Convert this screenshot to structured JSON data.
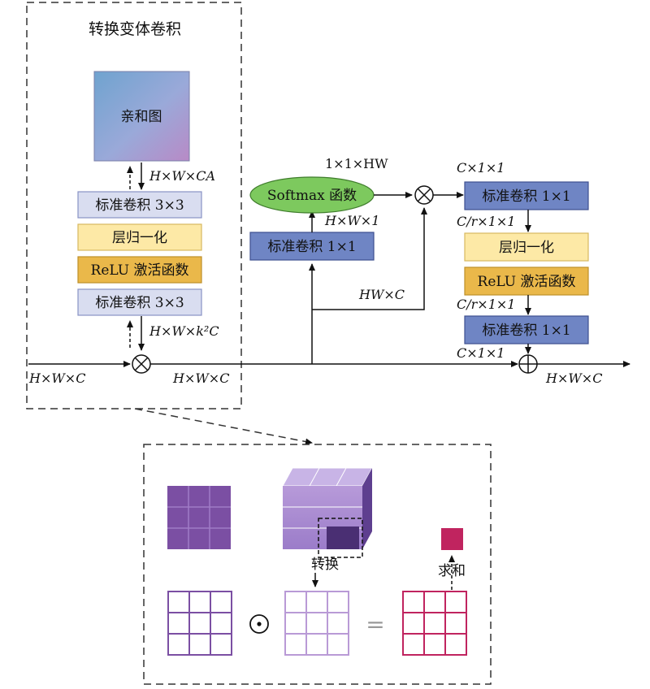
{
  "left_panel": {
    "title": "转换变体卷积",
    "affinity_label": "亲和图",
    "dim_affinity": "H×W×CA",
    "conv1": "标准卷积 3×3",
    "layernorm": "层归一化",
    "relu": "ReLU 激活函数",
    "conv2": "标准卷积 3×3",
    "dim_kernel": "H×W×k²C"
  },
  "main_flow": {
    "input_dim": "H×W×C",
    "after_conv_dim": "H×W×C",
    "output_dim": "H×W×C"
  },
  "attention_branch": {
    "softmax": "Softmax 函数",
    "conv": "标准卷积 1×1",
    "dim_softmax": "1×1×HW",
    "dim_conv": "H×W×1",
    "dim_hwc": "HW×C"
  },
  "transform_branch": {
    "conv1": "标准卷积 1×1",
    "layernorm": "层归一化",
    "relu": "ReLU 激活函数",
    "conv2": "标准卷积 1×1",
    "dim1": "C×1×1",
    "dim2": "C/r×1×1",
    "dim3": "C/r×1×1",
    "dim4": "C×1×1"
  },
  "bottom_panel": {
    "transform_label": "转换",
    "sum_label": "求和",
    "odot": "⊙",
    "equals": "="
  },
  "colors": {
    "gray_box": "#d9ddf0",
    "yellow_box": "#fde9a6",
    "orange_box": "#eab84a",
    "blue_box": "#6f85c4",
    "green_ellipse": "#7dc95e",
    "purple": "#7b4fa3",
    "light_purple": "#b99ad6",
    "crimson": "#c0245f"
  }
}
